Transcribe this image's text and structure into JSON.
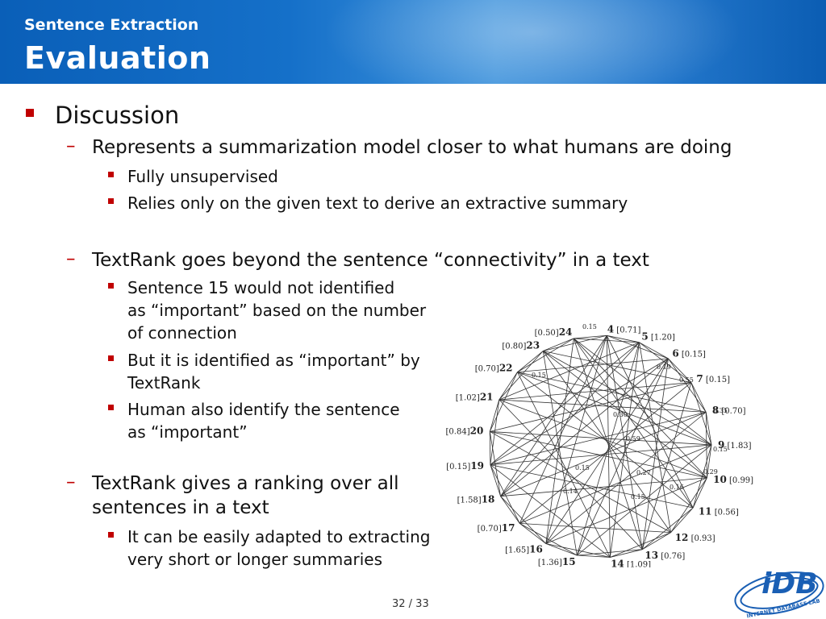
{
  "header": {
    "subtitle": "Sentence Extraction",
    "title": "Evaluation",
    "colors": {
      "banner": "#1570c9",
      "bullet": "#c00000"
    }
  },
  "content": {
    "heading": "Discussion",
    "sections": [
      {
        "text": "Represents a summarization model closer to what humans are doing",
        "bullets": [
          "Fully unsupervised",
          "Relies only on the given text to derive an extractive summary"
        ]
      },
      {
        "text": "TextRank goes beyond the sentence “connectivity” in a text",
        "bullets": [
          [
            "Sentence 15 would not identified",
            "as “important” based on the number",
            "of connection"
          ],
          [
            "But it is identified as “important” by",
            "TextRank"
          ],
          [
            "Human also identify the sentence",
            "as “important”"
          ]
        ]
      },
      {
        "text": [
          "TextRank gives a ranking over all",
          "sentences in a text"
        ],
        "bullets": [
          [
            "It can be easily adapted to extracting",
            "very short or longer summaries"
          ]
        ]
      }
    ]
  },
  "graph": {
    "nodes": [
      {
        "id": "4",
        "score": "[0.71]"
      },
      {
        "id": "5",
        "score": "[1.20]"
      },
      {
        "id": "6",
        "score": "[0.15]"
      },
      {
        "id": "7",
        "score": "[0.15]"
      },
      {
        "id": "8",
        "score": "[0.70]"
      },
      {
        "id": "9",
        "score": "[1.83]"
      },
      {
        "id": "10",
        "score": "[0.99]"
      },
      {
        "id": "11",
        "score": "[0.56]"
      },
      {
        "id": "12",
        "score": "[0.93]"
      },
      {
        "id": "13",
        "score": "[0.76]"
      },
      {
        "id": "14",
        "score": "[1.09]"
      },
      {
        "id": "15",
        "score": "[1.36]"
      },
      {
        "id": "16",
        "score": "[1.65]"
      },
      {
        "id": "17",
        "score": "[0.70]"
      },
      {
        "id": "18",
        "score": "[1.58]"
      },
      {
        "id": "19",
        "score": "[0.15]"
      },
      {
        "id": "20",
        "score": "[0.84]"
      },
      {
        "id": "21",
        "score": "[1.02]"
      },
      {
        "id": "22",
        "score": "[0.70]"
      },
      {
        "id": "23",
        "score": "[0.80]"
      },
      {
        "id": "24",
        "score": "[0.50]"
      }
    ],
    "edge_weights": [
      "0.15",
      "0.19",
      "0.55",
      "0.35",
      "0.15",
      "0.30",
      "0.59",
      "0.15",
      "0.29",
      "0.27",
      "0.16",
      "0.15",
      "0.14",
      "0.15"
    ]
  },
  "footer": {
    "page": "32 / 33",
    "logo_text": "iDB",
    "logo_ring_text": "INTERNET DATABASE LAB"
  }
}
